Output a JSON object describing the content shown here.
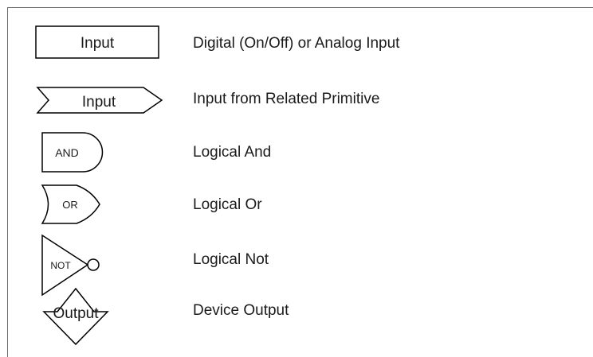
{
  "legend": {
    "rows": [
      {
        "symbol_label": "Input",
        "description": "Digital (On/Off) or Analog Input",
        "icon": "rectangle-input-icon"
      },
      {
        "symbol_label": "Input",
        "description": "Input from Related Primitive",
        "icon": "chevron-input-icon"
      },
      {
        "symbol_label": "AND",
        "description": "Logical And",
        "icon": "and-gate-icon"
      },
      {
        "symbol_label": "OR",
        "description": "Logical Or",
        "icon": "or-gate-icon"
      },
      {
        "symbol_label": "NOT",
        "description": "Logical Not",
        "icon": "not-gate-icon"
      },
      {
        "symbol_label": "Output",
        "description": "Device Output",
        "icon": "diamond-output-icon"
      }
    ]
  },
  "colors": {
    "stroke": "#000000",
    "frame": "#6e6e6e",
    "text": "#1a1a1a",
    "background": "#ffffff"
  }
}
